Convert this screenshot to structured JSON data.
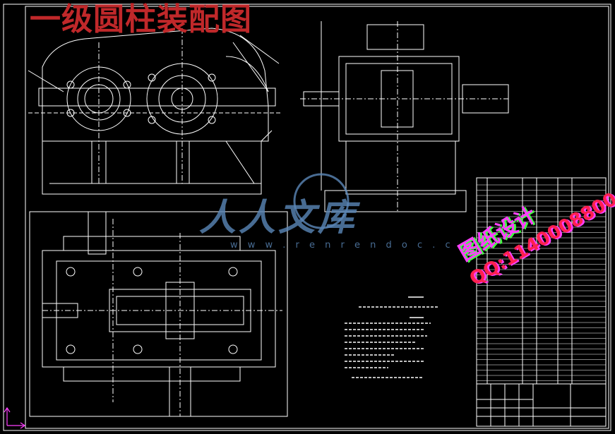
{
  "title": "一级圆柱装配图",
  "watermark": {
    "text": "人人文库",
    "url": "w w w . r e n r e n d o c . c o m"
  },
  "stamp": {
    "line1": "图纸设计",
    "line2": "QQ:1140008800"
  },
  "colors": {
    "background": "#000000",
    "line": "#ffffff",
    "title": "#c0282a",
    "watermark": "#5b87b8",
    "stamp_red": "#ff2050",
    "stamp_magenta": "#ff40ff",
    "stamp_green": "#40ff40"
  },
  "icons": [
    "ucs-axis-icon"
  ]
}
